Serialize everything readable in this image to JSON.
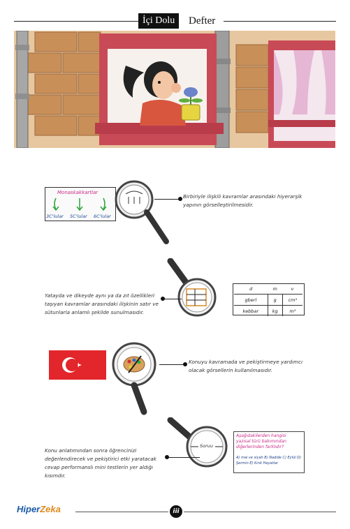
{
  "header": {
    "title_part1": "İçi Dolu",
    "title_part2": "Defter"
  },
  "items": [
    {
      "box_title": "Monaskakkartlar",
      "box_labels": [
        "3C'lular",
        "5C'lular",
        "6C'lular"
      ],
      "text": "Birbiriyle ilişkili kavramlar arasındaki hiyerarşik yapının görselleştirilmesidir."
    },
    {
      "table_headers": [
        "d",
        "m",
        "v"
      ],
      "table_rows": [
        [
          "gberl",
          "g",
          "cm³"
        ],
        [
          "kebbar",
          "kg",
          "m³"
        ]
      ],
      "text": "Yatayda ve dikeyde aynı ya da zıt özellikleri taşıyan kavramlar arasındaki ilişkinin satır ve sütunlarla anlamlı şekilde sunulmasıdır."
    },
    {
      "text": "Konuyu kavramada ve pekiştirmeye yardımcı olacak görsellerin kullanılmasıdır."
    },
    {
      "lens_label": "Soruu",
      "question_title": "Aşağıdakilerden hangisi yazısal türü bakımından diğerlerinden farklıdır?",
      "options": "A) mai ve siyah  B) Nadide  C) Eylül  D) Şermin  E) Kırık Hayatlar",
      "text": "Konu anlatımından sonra öğrencinizi değerlendirecek ve pekiştirici etki yaratacak cevap performanslı mini testlerin yer aldığı kısımdır."
    }
  ],
  "footer": {
    "logo_part1": "Hiper",
    "logo_part2": "Zeka",
    "page": "iii"
  }
}
